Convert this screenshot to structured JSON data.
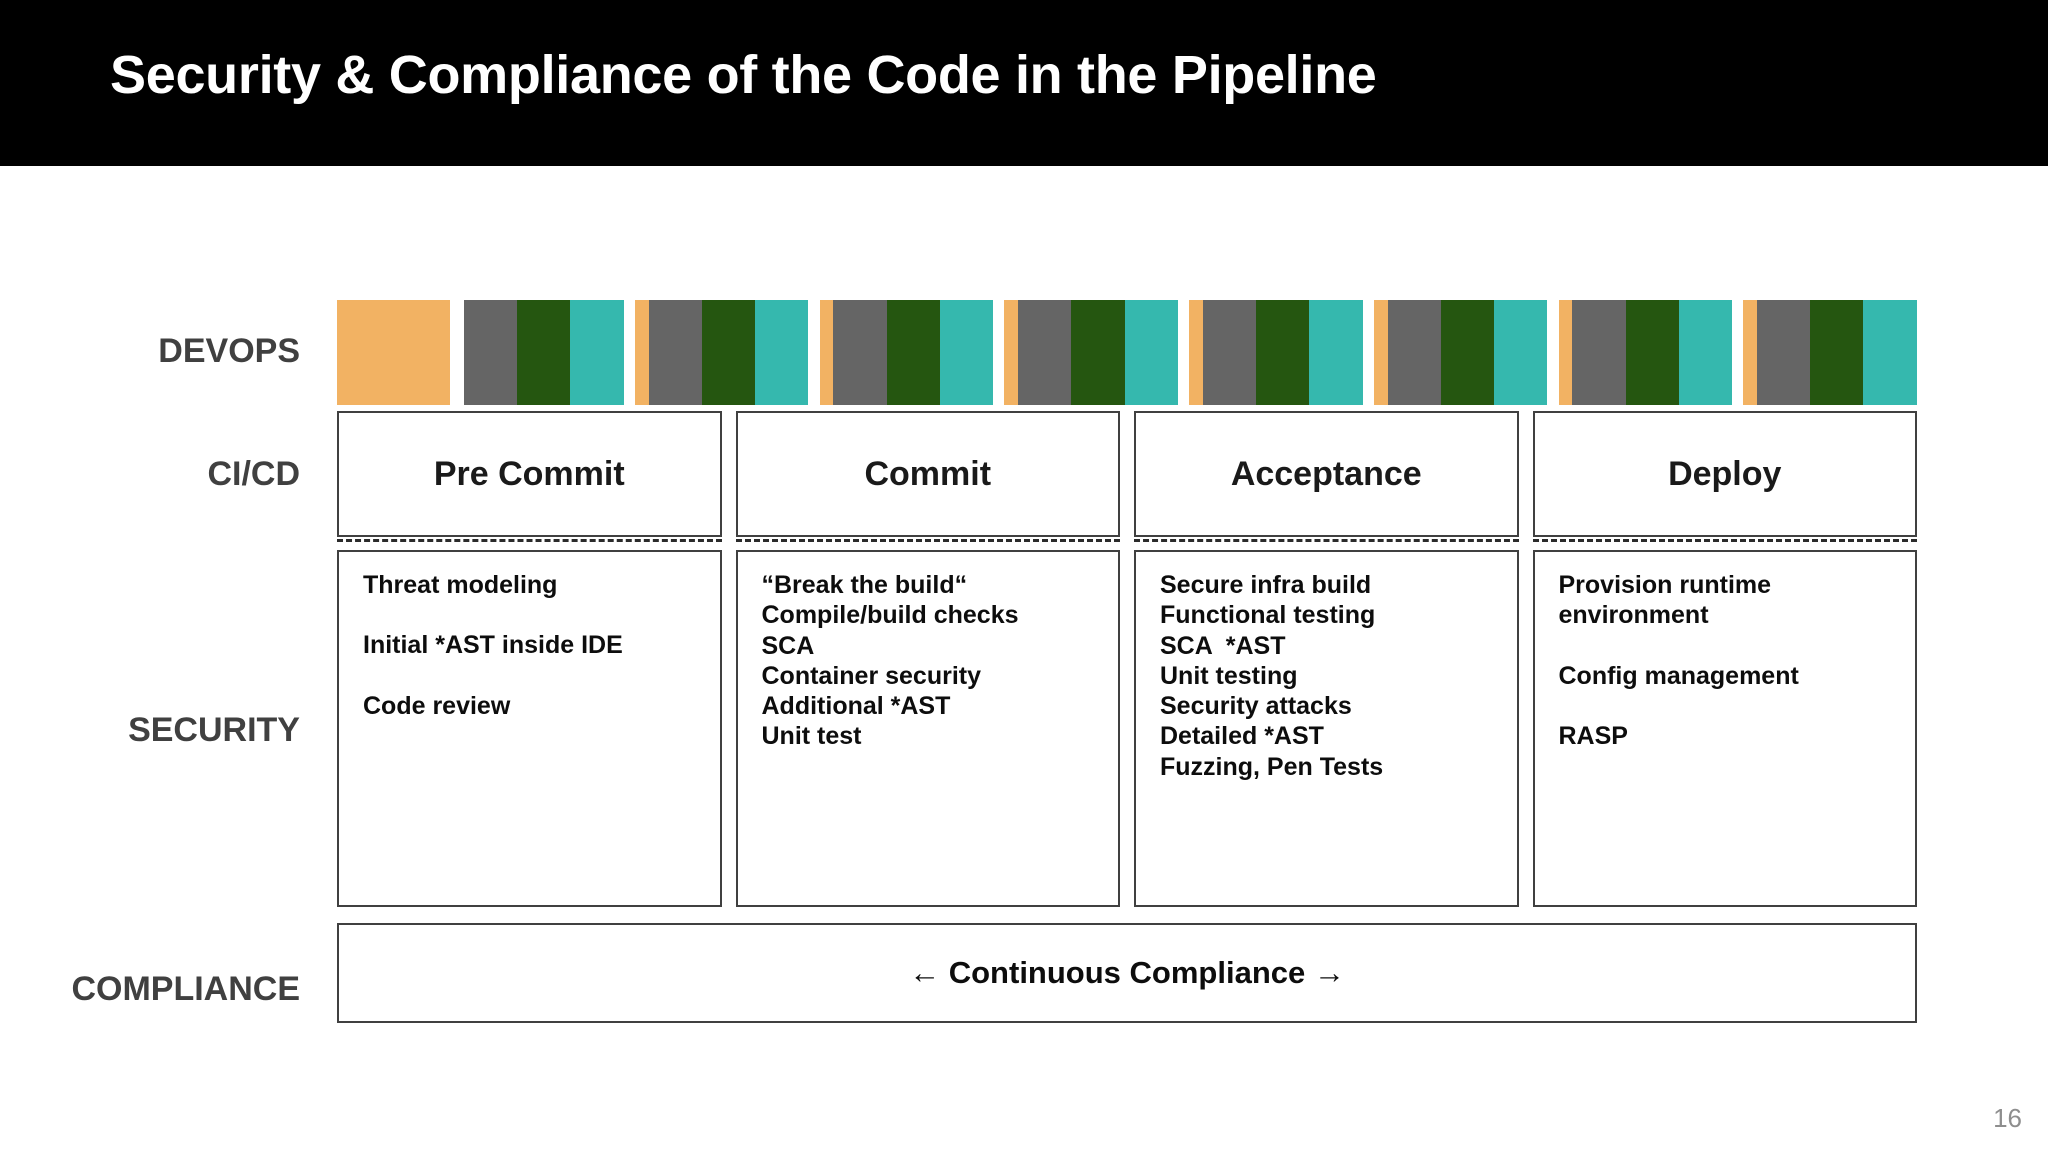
{
  "slide": {
    "title": "Security & Compliance of the Code in the Pipeline",
    "page_number": "16"
  },
  "row_labels": {
    "devops": "DEVOPS",
    "cicd": "CI/CD",
    "security": "SECURITY",
    "compliance": "COMPLIANCE"
  },
  "colors": {
    "banner_background": "#000000",
    "banner_text": "#ffffff",
    "orange": "#f2b263",
    "gray": "#656565",
    "green": "#255610",
    "teal": "#35b8ae",
    "box_border": "#404040",
    "label_text": "#404040",
    "body_text": "#0d0d0d",
    "page_number_text": "#8e8e8e"
  },
  "devops_bar": {
    "description": "Repeating DevOps loop segments across the pipeline",
    "segments": [
      {
        "color": "orange",
        "width": 100
      },
      {
        "color": "gap",
        "width": 12
      },
      {
        "color": "gray",
        "width": 47
      },
      {
        "color": "green",
        "width": 47
      },
      {
        "color": "teal",
        "width": 47
      },
      {
        "color": "gap",
        "width": 10
      },
      {
        "color": "orange",
        "width": 12
      },
      {
        "color": "gray",
        "width": 47
      },
      {
        "color": "green",
        "width": 47
      },
      {
        "color": "teal",
        "width": 47
      },
      {
        "color": "gap",
        "width": 10
      },
      {
        "color": "orange",
        "width": 12
      },
      {
        "color": "gray",
        "width": 47
      },
      {
        "color": "green",
        "width": 47
      },
      {
        "color": "teal",
        "width": 47
      },
      {
        "color": "gap",
        "width": 10
      },
      {
        "color": "orange",
        "width": 12
      },
      {
        "color": "gray",
        "width": 47
      },
      {
        "color": "green",
        "width": 47
      },
      {
        "color": "teal",
        "width": 47
      },
      {
        "color": "gap",
        "width": 10
      },
      {
        "color": "orange",
        "width": 12
      },
      {
        "color": "gray",
        "width": 47
      },
      {
        "color": "green",
        "width": 47
      },
      {
        "color": "teal",
        "width": 47
      },
      {
        "color": "gap",
        "width": 10
      },
      {
        "color": "orange",
        "width": 12
      },
      {
        "color": "gray",
        "width": 47
      },
      {
        "color": "green",
        "width": 47
      },
      {
        "color": "teal",
        "width": 47
      },
      {
        "color": "gap",
        "width": 10
      },
      {
        "color": "orange",
        "width": 12
      },
      {
        "color": "gray",
        "width": 47
      },
      {
        "color": "green",
        "width": 47
      },
      {
        "color": "teal",
        "width": 47
      },
      {
        "color": "gap",
        "width": 10
      },
      {
        "color": "orange",
        "width": 12
      },
      {
        "color": "gray",
        "width": 47
      },
      {
        "color": "green",
        "width": 47
      },
      {
        "color": "teal",
        "width": 47
      }
    ]
  },
  "stages": [
    {
      "cicd_label": "Pre Commit",
      "spaced": true,
      "security_items": [
        "Threat modeling",
        "Initial *AST inside IDE",
        "Code review"
      ]
    },
    {
      "cicd_label": "Commit",
      "spaced": false,
      "security_items": [
        "“Break the build“",
        "Compile/build checks",
        "SCA",
        "Container security",
        "Additional *AST",
        "Unit test"
      ]
    },
    {
      "cicd_label": "Acceptance",
      "spaced": false,
      "security_items": [
        "Secure infra build",
        "Functional testing",
        "SCA  *AST",
        "Unit testing",
        "Security attacks",
        "Detailed *AST",
        "Fuzzing, Pen Tests"
      ]
    },
    {
      "cicd_label": "Deploy",
      "spaced": true,
      "security_items": [
        "Provision runtime\nenvironment",
        "Config management",
        "RASP"
      ]
    }
  ],
  "compliance": {
    "text": "← Continuous Compliance →"
  }
}
